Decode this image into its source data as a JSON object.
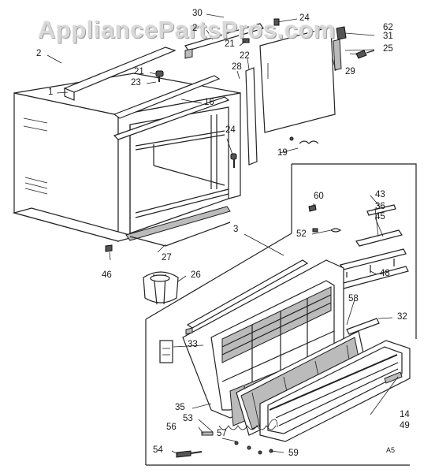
{
  "watermark": "AppliancePartsPros.com",
  "code": "A5",
  "parts": {
    "p1": "1",
    "p2": "2",
    "p3": "3",
    "p14": "14",
    "p16": "16",
    "p19": "19",
    "p21a": "21",
    "p21b": "21",
    "p22": "22",
    "p23": "23",
    "p24a": "24",
    "p24b": "24",
    "p25": "25",
    "p26": "26",
    "p27": "27",
    "p28": "28",
    "p29": "29",
    "p30": "30",
    "p31": "31",
    "p32": "32",
    "p33": "33",
    "p35": "35",
    "p36": "36",
    "p43": "43",
    "p45": "45",
    "p46": "46",
    "p48": "48",
    "p49": "49",
    "p52": "52",
    "p53": "53",
    "p54": "54",
    "p56": "56",
    "p57": "57",
    "p58": "58",
    "p59": "59",
    "p60": "60",
    "p62": "62"
  }
}
